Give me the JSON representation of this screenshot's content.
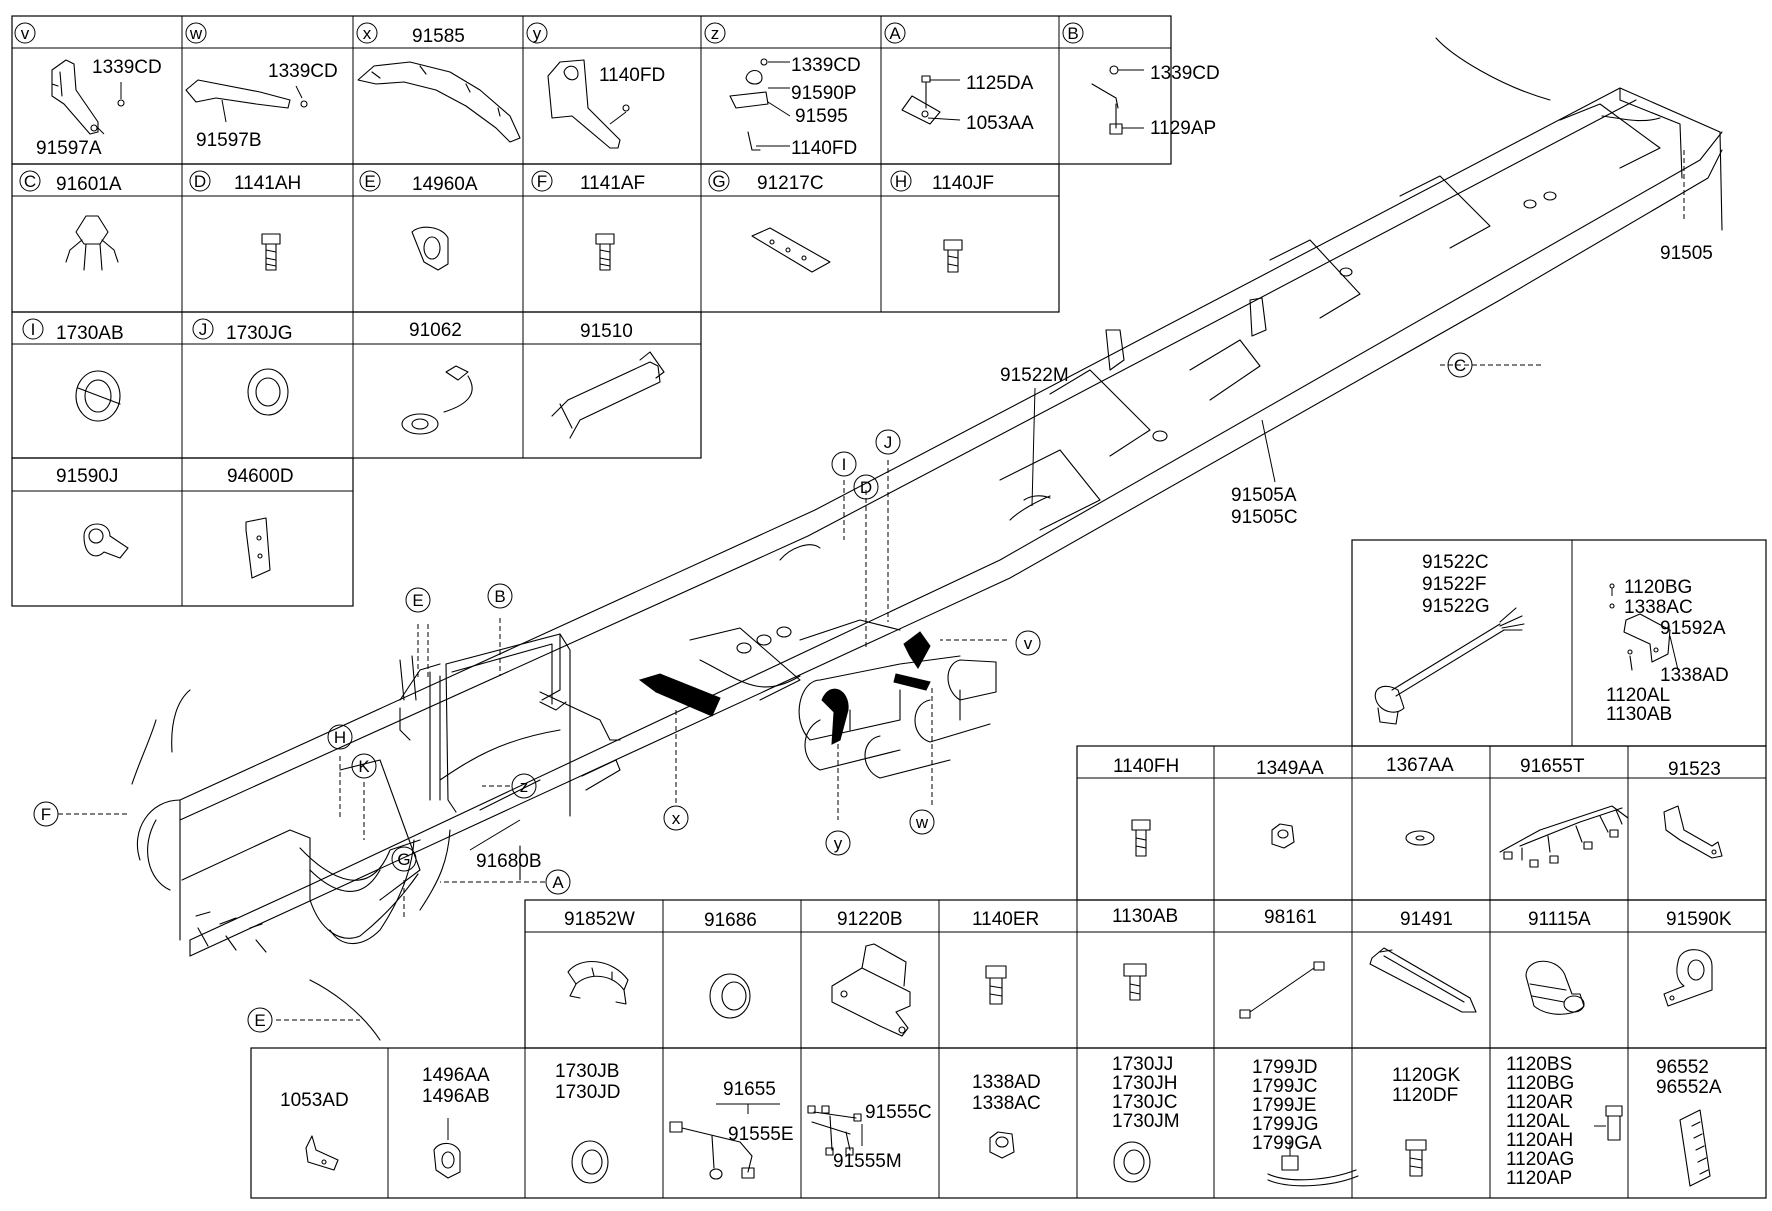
{
  "grid1": [
    {
      "letter": "v",
      "labels": [
        "1339CD",
        "91597A"
      ]
    },
    {
      "letter": "w",
      "labels": [
        "1339CD",
        "91597B"
      ]
    },
    {
      "letter": "x",
      "labels": [
        "91585"
      ]
    },
    {
      "letter": "y",
      "labels": [
        "1140FD"
      ]
    },
    {
      "letter": "z",
      "labels": [
        "1339CD",
        "91590P",
        "91595",
        "1140FD"
      ]
    },
    {
      "letter": "A",
      "labels": [
        "1125DA",
        "1053AA"
      ]
    },
    {
      "letter": "B",
      "labels": [
        "1339CD",
        "1129AP"
      ]
    },
    {
      "letter": "C",
      "labels": [
        "91601A"
      ]
    },
    {
      "letter": "D",
      "labels": [
        "1141AH"
      ]
    },
    {
      "letter": "E",
      "labels": [
        "14960A"
      ]
    },
    {
      "letter": "F",
      "labels": [
        "1141AF"
      ]
    },
    {
      "letter": "G",
      "labels": [
        "91217C"
      ]
    },
    {
      "letter": "H",
      "labels": [
        "1140JF"
      ]
    },
    {
      "letter": "I",
      "labels": [
        "1730AB"
      ]
    },
    {
      "letter": "J",
      "labels": [
        "1730JG"
      ]
    },
    {
      "letter": "",
      "labels": [
        "91062"
      ]
    },
    {
      "letter": "",
      "labels": [
        "91510"
      ]
    },
    {
      "letter": "",
      "labels": [
        "91590J"
      ]
    },
    {
      "letter": "",
      "labels": [
        "94600D"
      ]
    }
  ],
  "harness_box": {
    "labels": [
      "91522C",
      "91522F",
      "91522G"
    ]
  },
  "bracket_box": {
    "labels": [
      "1120BG",
      "1338AC",
      "91592A",
      "1338AD",
      "1120AL",
      "1130AB"
    ]
  },
  "grid2": [
    {
      "labels": [
        "1140FH"
      ]
    },
    {
      "labels": [
        "1349AA"
      ]
    },
    {
      "labels": [
        "1367AA"
      ]
    },
    {
      "labels": [
        "91655T"
      ]
    },
    {
      "labels": [
        "91523"
      ]
    },
    {
      "labels": [
        "91852W"
      ]
    },
    {
      "labels": [
        "91686"
      ]
    },
    {
      "labels": [
        "91220B"
      ]
    },
    {
      "labels": [
        "1140ER"
      ]
    },
    {
      "labels": [
        "1130AB"
      ]
    },
    {
      "labels": [
        "98161"
      ]
    },
    {
      "labels": [
        "91491"
      ]
    },
    {
      "labels": [
        "91115A"
      ]
    },
    {
      "labels": [
        "91590K"
      ]
    },
    {
      "labels": [
        "1053AD"
      ]
    },
    {
      "labels": [
        "1496AA",
        "1496AB"
      ]
    },
    {
      "labels": [
        "1730JB",
        "1730JD"
      ]
    },
    {
      "labels": [
        "91655",
        "91555E"
      ]
    },
    {
      "labels": [
        "91555C",
        "91555M"
      ]
    },
    {
      "labels": [
        "1338AD",
        "1338AC"
      ]
    },
    {
      "labels": [
        "1730JJ",
        "1730JH",
        "1730JC",
        "1730JM"
      ]
    },
    {
      "labels": [
        "1799JD",
        "1799JC",
        "1799JE",
        "1799JG",
        "1799GA"
      ]
    },
    {
      "labels": [
        "1120GK",
        "1120DF"
      ]
    },
    {
      "labels": [
        "1120BS",
        "1120BG",
        "1120AR",
        "1120AL",
        "1120AH",
        "1120AG",
        "1120AP"
      ]
    },
    {
      "labels": [
        "96552",
        "96552A"
      ]
    }
  ],
  "frame_labels": [
    "91505",
    "91522M",
    "91505A",
    "91505C",
    "91680B"
  ],
  "callouts": [
    "C",
    "I",
    "J",
    "D",
    "v",
    "w",
    "y",
    "x",
    "E",
    "B",
    "H",
    "K",
    "F",
    "z",
    "G",
    "A",
    "E"
  ]
}
